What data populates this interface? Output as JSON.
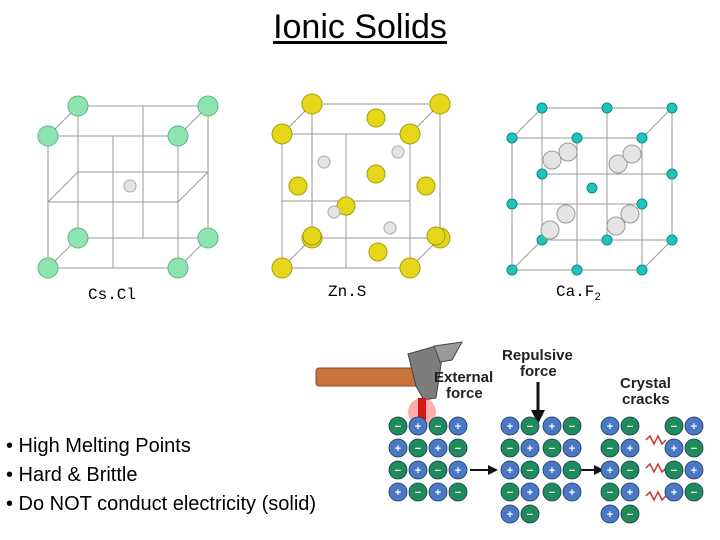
{
  "title": "Ionic Solids",
  "structures": [
    {
      "label": "Cs.Cl"
    },
    {
      "label": "Zn.S"
    },
    {
      "label": "Ca.F",
      "subscript": "2"
    }
  ],
  "bullets": [
    "• High Melting Points",
    "• Hard & Brittle",
    "• Do NOT conduct electricity (solid)"
  ],
  "figure": {
    "external_force": [
      "External",
      "force"
    ],
    "repulsive_force": [
      "Repulsive",
      "force"
    ],
    "crystal_cracks": [
      "Crystal",
      "cracks"
    ],
    "plus": "+",
    "minus": "−"
  },
  "colors": {
    "cscl_large": "#8ee4b0",
    "zns_large": "#e6d61a",
    "caf2_small": "#1fc4bd",
    "small_ion": "#e4e4e4",
    "cation": "#1f8a5a",
    "anion": "#4a78c4"
  }
}
